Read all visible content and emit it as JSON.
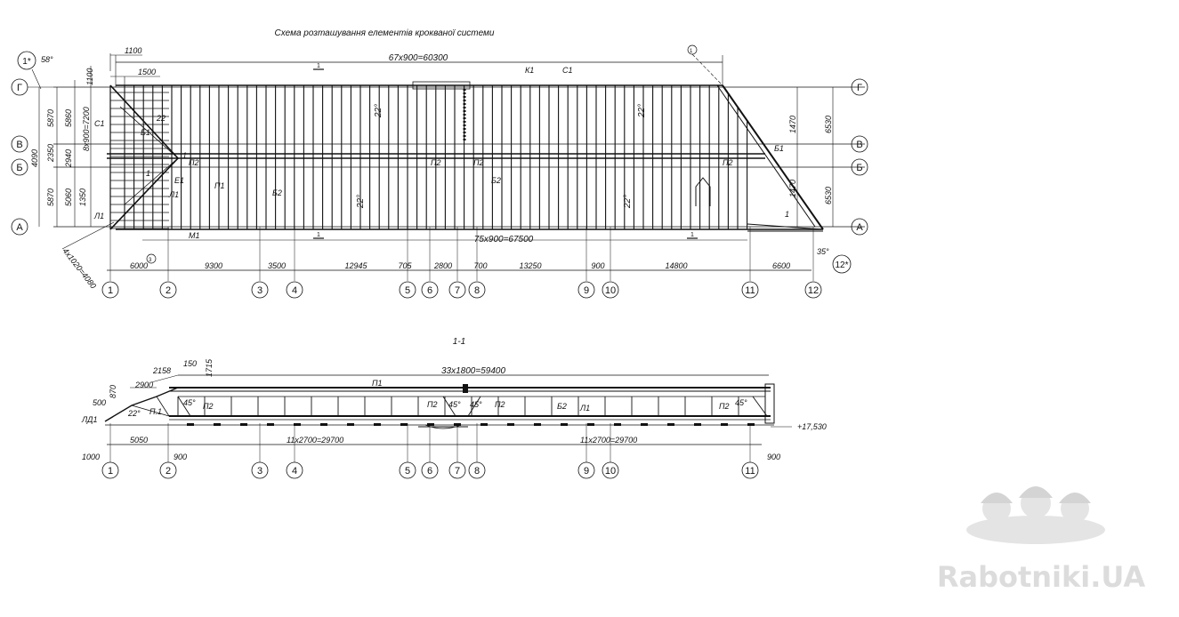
{
  "plan": {
    "title": "Схема розташування елементів крокваної системи",
    "top_total": "67x900=60300",
    "bottom_total": "75x900=67500",
    "row_axes": [
      "Г",
      "В",
      "Б",
      "А"
    ],
    "col_axes": [
      "1",
      "2",
      "3",
      "4",
      "5",
      "6",
      "7",
      "8",
      "9",
      "10",
      "11",
      "12"
    ],
    "col_dims": [
      "6000",
      "9300",
      "3500",
      "12945",
      "705",
      "2800",
      "700",
      "13250",
      "900",
      "14800",
      "6600"
    ],
    "left_top_dims": [
      "1100",
      "1500"
    ],
    "left_dims": [
      "1100",
      "5870",
      "5860",
      "8x900=7200",
      "4090",
      "2350",
      "2940",
      "5870",
      "5060",
      "1350"
    ],
    "right_dims": [
      "1470",
      "6530",
      "1470",
      "6530"
    ],
    "slope": "22°",
    "angles": [
      "58°",
      "35°"
    ],
    "angle_axes": [
      "1*",
      "12*"
    ],
    "diag_dim": "4x1020=4080",
    "markers": [
      "К1",
      "С1",
      "С1",
      "Б1",
      "Б2",
      "Б2",
      "П1",
      "П2",
      "П2",
      "П2",
      "П2",
      "М1",
      "Л1",
      "Л1",
      "Б1",
      "22",
      "Е1",
      "1",
      "1",
      "1"
    ],
    "section_marks": [
      "1",
      "1",
      "1",
      "1",
      "3"
    ]
  },
  "section": {
    "title": "1-1",
    "total": "33x1800=59400",
    "dims_left": [
      "2158",
      "150",
      "1715",
      "2900",
      "870",
      "500",
      "ЛД1",
      "22°",
      "П.1",
      "45°",
      "П2"
    ],
    "middle_labels": [
      "П1",
      "П2",
      "45°",
      "45°",
      "П2",
      "Б2",
      "Л1",
      "П2",
      "45°"
    ],
    "col_axes": [
      "1",
      "2",
      "3",
      "4",
      "5",
      "6",
      "7",
      "8",
      "9",
      "10",
      "11"
    ],
    "col_dims": [
      "5050",
      "11x2700=29700",
      "11x2700=29700"
    ],
    "bottom_dims": [
      "1000",
      "900",
      "900"
    ],
    "level": "+17,530"
  },
  "watermark": "Rabotniki.UA"
}
